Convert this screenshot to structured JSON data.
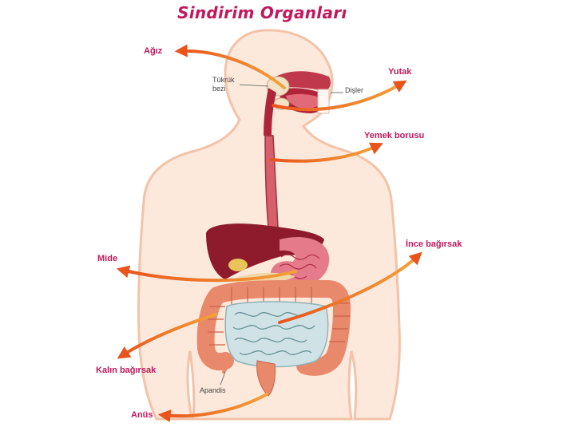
{
  "title": "Sindirim Organları",
  "labels": {
    "agiz": "Ağız",
    "yutak": "Yutak",
    "tukruk_line1": "Tükrük",
    "tukruk_line2": "bezi",
    "disler": "Dişler",
    "yemek_borusu": "Yemek borusu",
    "mide": "Mide",
    "ince_bagirsak": "İnce bağırsak",
    "kalin_bagirsak": "Kalın bağırsak",
    "apandis": "Apandis",
    "anus": "Anüs"
  },
  "colors": {
    "label": "#c2185b",
    "arrow": "#e8541c",
    "skin": "#fde9dc",
    "skin_outline": "#f2c3a8",
    "liver": "#8e1b2c",
    "colon": "#e9896b",
    "small_intestine": "#cfe3e6"
  }
}
